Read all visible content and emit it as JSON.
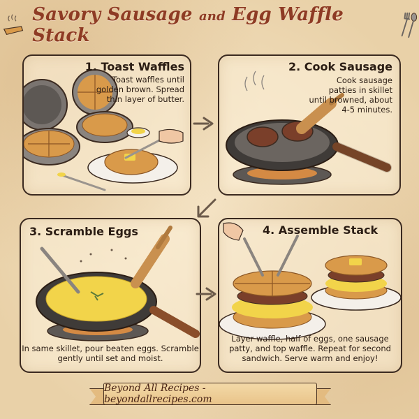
{
  "header": {
    "title_part1": "Savory Sausage",
    "title_joiner": "and",
    "title_part2": "Egg Waffle Stack",
    "left_icon": "steaming-waffle-icon",
    "right_icon": "fork-spoon-icon"
  },
  "steps": [
    {
      "title": "1. Toast Waffles",
      "description": "Toast waffles until golden brown. Spread thin layer of butter.",
      "illustration": "waffle-irons-and-buttered-waffle"
    },
    {
      "title": "2. Cook Sausage",
      "description": "Cook sausage patties in skillet until browned, about 4-5 minutes.",
      "illustration": "sausage-patties-in-skillet"
    },
    {
      "title": "3. Scramble Eggs",
      "description": "In same skillet, pour beaten eggs. Scramble gently until set and moist.",
      "illustration": "scrambled-eggs-in-skillet"
    },
    {
      "title": "4. Assemble Stack",
      "description": "Layer waffle, half of eggs, one sausage patty, and top waffle. Repeat for second sandwich. Serve warm and enjoy!",
      "illustration": "two-waffle-sandwiches-on-plates"
    }
  ],
  "footer": {
    "banner_text": "Beyond All Recipes - beyondallrecipes.com"
  },
  "colors": {
    "title": "#8e3b24",
    "ink": "#2b1d14",
    "paper": "#f6e6c8",
    "waffle": "#d99a4a",
    "egg": "#f2d44a",
    "sausage": "#7a3f2a",
    "pan": "#4a4643"
  }
}
